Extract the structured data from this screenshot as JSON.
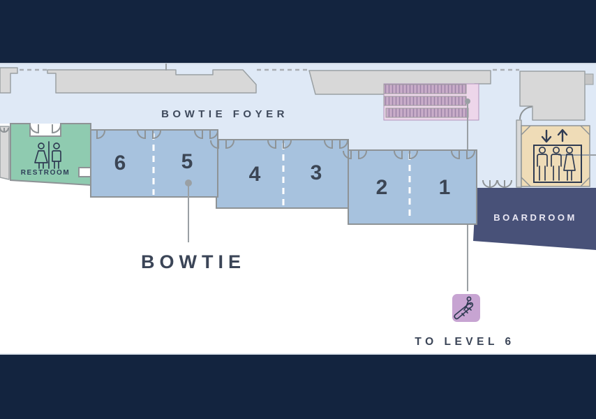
{
  "page": {
    "title": "Bowtie level floor plan"
  },
  "labels": {
    "foyer": "BOWTIE FOYER",
    "suite": "BOWTIE",
    "restroom": "RESTROOM",
    "boardroom": "BOARDROOM",
    "to_level": "TO LEVEL 6"
  },
  "rooms": {
    "numbers": [
      "6",
      "5",
      "4",
      "3",
      "2",
      "1"
    ]
  },
  "icons": {
    "restroom": "male-female-restroom-icon",
    "elevator": "elevator-people-icon",
    "elevator_arrows": "down-up-arrows-icon",
    "escalator_plan": "escalator-steps-icon",
    "to_level": "person-on-escalator-icon"
  },
  "colors": {
    "band": "#13243f",
    "foyer": "#dfe9f6",
    "wall": "#d8d8d8",
    "wall_border": "#9aa0a3",
    "room": "#a7c2de",
    "room_border": "#8e9396",
    "room_number": "#3b4554",
    "restroom": "#8fcbb0",
    "elevator": "#efdcb7",
    "escalator_pink": "#edd6ea",
    "icon_purple": "#c7a4d2",
    "boardroom": "#485178",
    "boardroom_text": "#e9e7f3",
    "label_text": "#3b4557",
    "callout": "#9aa0a4",
    "glyph": "#2f3b52"
  }
}
